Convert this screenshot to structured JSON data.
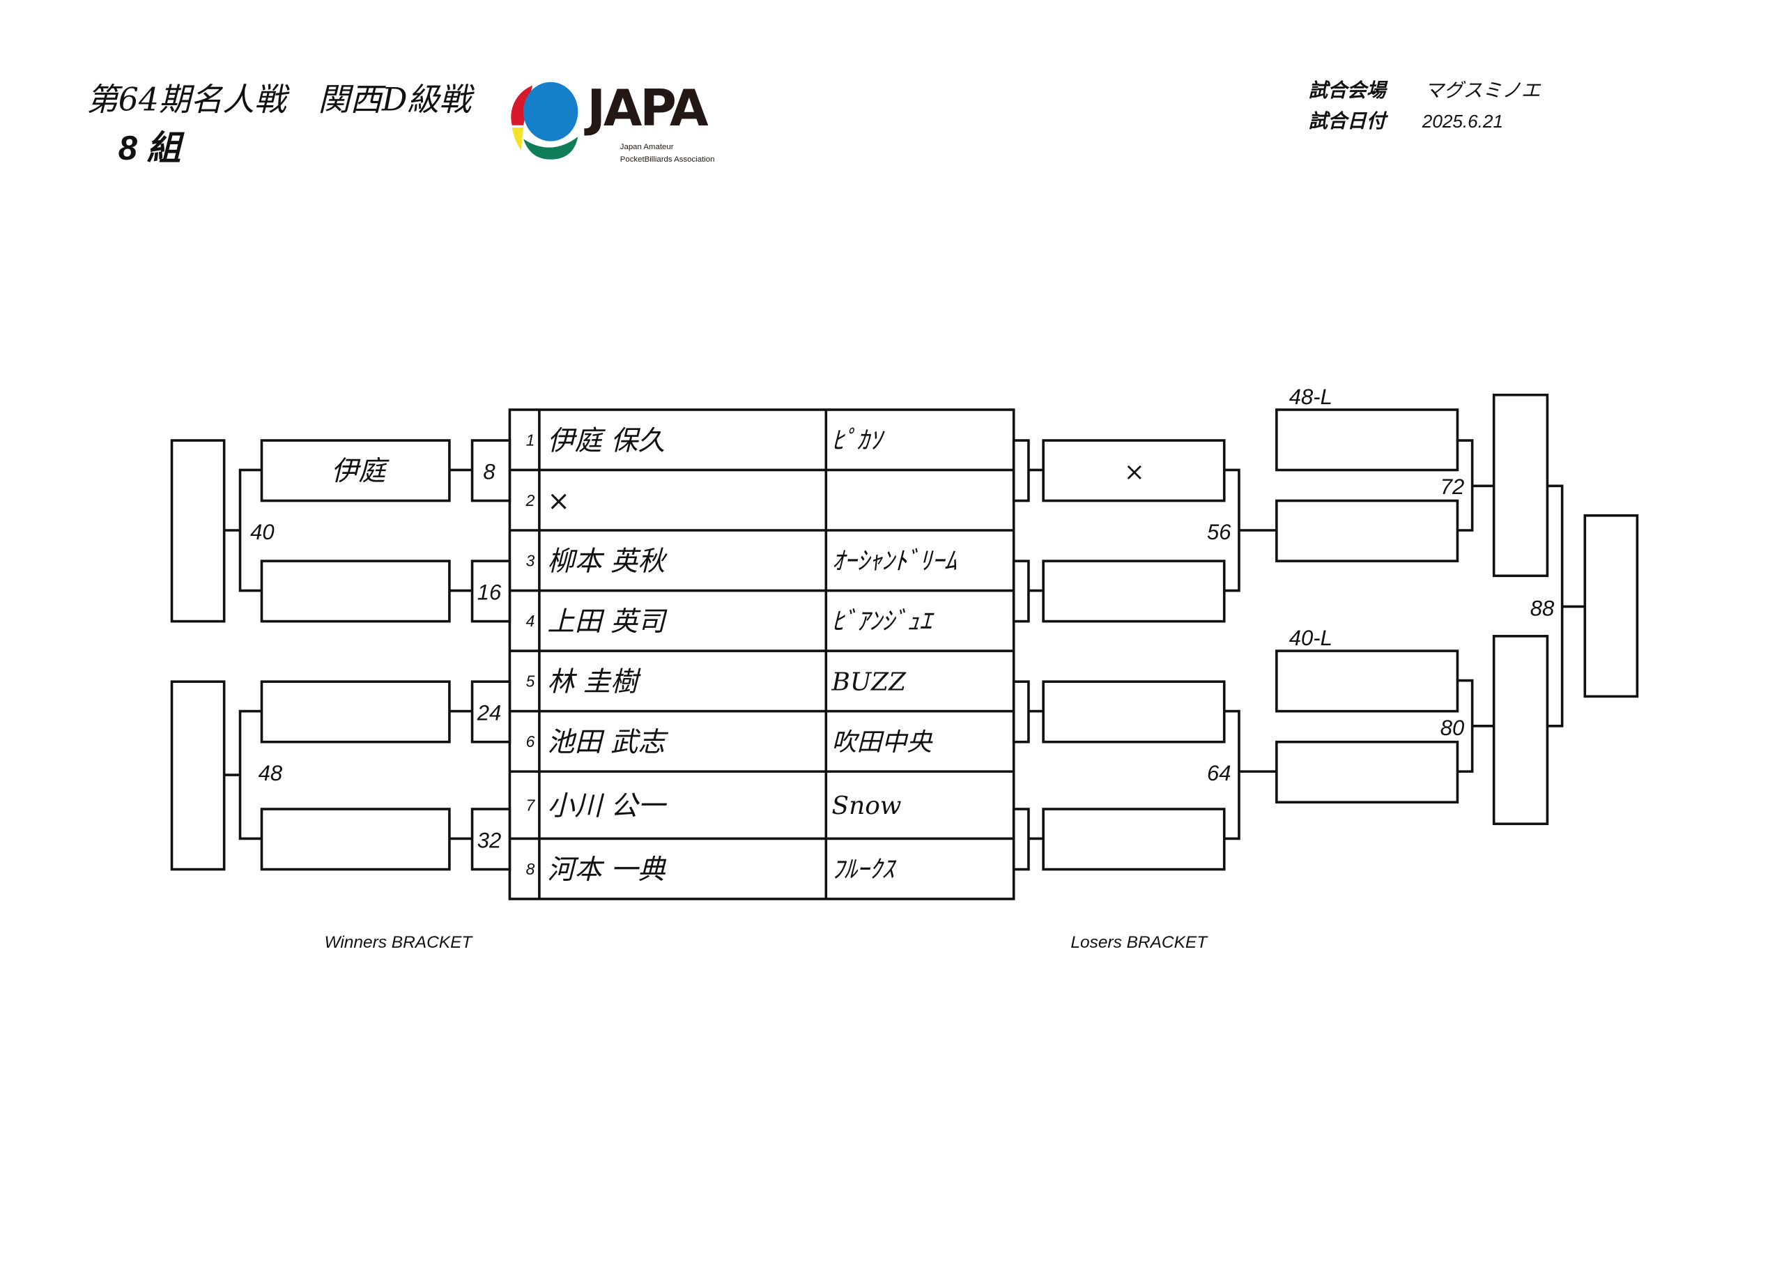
{
  "header": {
    "title": "第64期名人戦　関西D級戦",
    "group": "8 組",
    "venue_label": "試合会場",
    "venue": "マグスミノエ",
    "date_label": "試合日付",
    "date": "2025.6.21"
  },
  "logo": {
    "wordmark": "JAPA",
    "line1": "Japan Amateur",
    "line2": "PocketBilliards Association",
    "colors": [
      "#d7192b",
      "#1580c9",
      "#f2e22a",
      "#0e7d5a",
      "#231815"
    ]
  },
  "players": [
    {
      "seed": "1",
      "name": "伊庭 保久",
      "team": "ﾋﾟｶｿ"
    },
    {
      "seed": "2",
      "name": "×",
      "team": ""
    },
    {
      "seed": "3",
      "name": "柳本 英秋",
      "team": "ｵｰｼｬﾝﾄﾞﾘｰﾑ"
    },
    {
      "seed": "4",
      "name": "上田 英司",
      "team": "ﾋﾞｱﾝｼﾞｭｴ"
    },
    {
      "seed": "5",
      "name": "林 圭樹",
      "team": "BUZZ"
    },
    {
      "seed": "6",
      "name": "池田 武志",
      "team": "吹田中央"
    },
    {
      "seed": "7",
      "name": "小川 公一",
      "team": "Snow"
    },
    {
      "seed": "8",
      "name": "河本 一典",
      "team": "ﾌﾙｰｸｽ"
    }
  ],
  "winners": {
    "label": "Winners BRACKET",
    "r1_matches": [
      "8",
      "16",
      "24",
      "32"
    ],
    "r1_winners": [
      "伊庭",
      "",
      "",
      ""
    ],
    "r2_matches": [
      "40",
      "48"
    ]
  },
  "losers": {
    "label": "Losers BRACKET",
    "r1_entries": [
      "×",
      "",
      "",
      ""
    ],
    "r2_matches": [
      "56",
      "64"
    ],
    "drop_labels": [
      "48-L",
      "40-L"
    ],
    "r3_matches": [
      "72",
      "80"
    ],
    "final_match": "88"
  }
}
